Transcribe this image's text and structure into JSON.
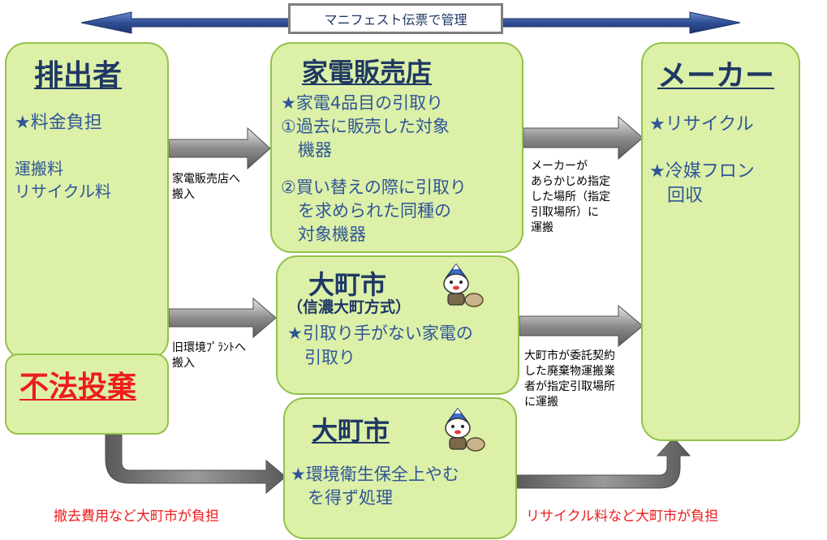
{
  "manifest": {
    "label": "マニフェスト伝票で管理"
  },
  "discharger": {
    "title": "排出者",
    "star": "★料金負担",
    "fee_line1": "運搬料",
    "fee_line2": "リサイクル料"
  },
  "illegal": {
    "title": "不法投棄"
  },
  "retailer": {
    "title": "家電販売店",
    "lines": [
      "★家電4品目の引取り",
      "①過去に販売した対象",
      "　機器",
      "②買い替えの際に引取り",
      "　を求められた同種の",
      "　対象機器"
    ]
  },
  "city_mid": {
    "title": "大町市",
    "subtitle": "（信濃大町方式）",
    "lines": [
      "★引取り手がない家電の",
      "　引取り"
    ]
  },
  "city_low": {
    "title": "大町市",
    "lines": [
      "★環境衛生保全上やむ",
      "　を得ず処理"
    ]
  },
  "maker": {
    "title": "メーカー",
    "lines": [
      "★リサイクル",
      "★冷媒フロン",
      "　回収"
    ]
  },
  "labels": {
    "to_retailer": [
      "家電販売店へ",
      "搬入"
    ],
    "to_plant": [
      "旧環境ﾌﾟﾗﾝﾄへ",
      "搬入"
    ],
    "to_maker_top": [
      "メーカーが",
      "あらかじめ指定",
      "した場所（指定",
      "引取場所）に",
      "運搬"
    ],
    "to_maker_mid": [
      "大町市が委託契約",
      "した廃棄物運搬業",
      "者が指定引取場所",
      "に運搬"
    ]
  },
  "costs": {
    "left": "撤去費用など大町市が負担",
    "right": "リサイクル料など大町市が負担"
  },
  "colors": {
    "box_fill": "#dcf0a8",
    "box_border": "#92c24a",
    "title_text": "#1f3864",
    "body_text": "#2f5597",
    "red_text": "#ee1c1c",
    "arrow_grey": "#8c8c8c",
    "manifest_arrow": "#2f4f96"
  },
  "icons": [
    "double-arrow-icon",
    "gray-arrow-icon",
    "curved-arrow-icon",
    "mascot-icon"
  ]
}
